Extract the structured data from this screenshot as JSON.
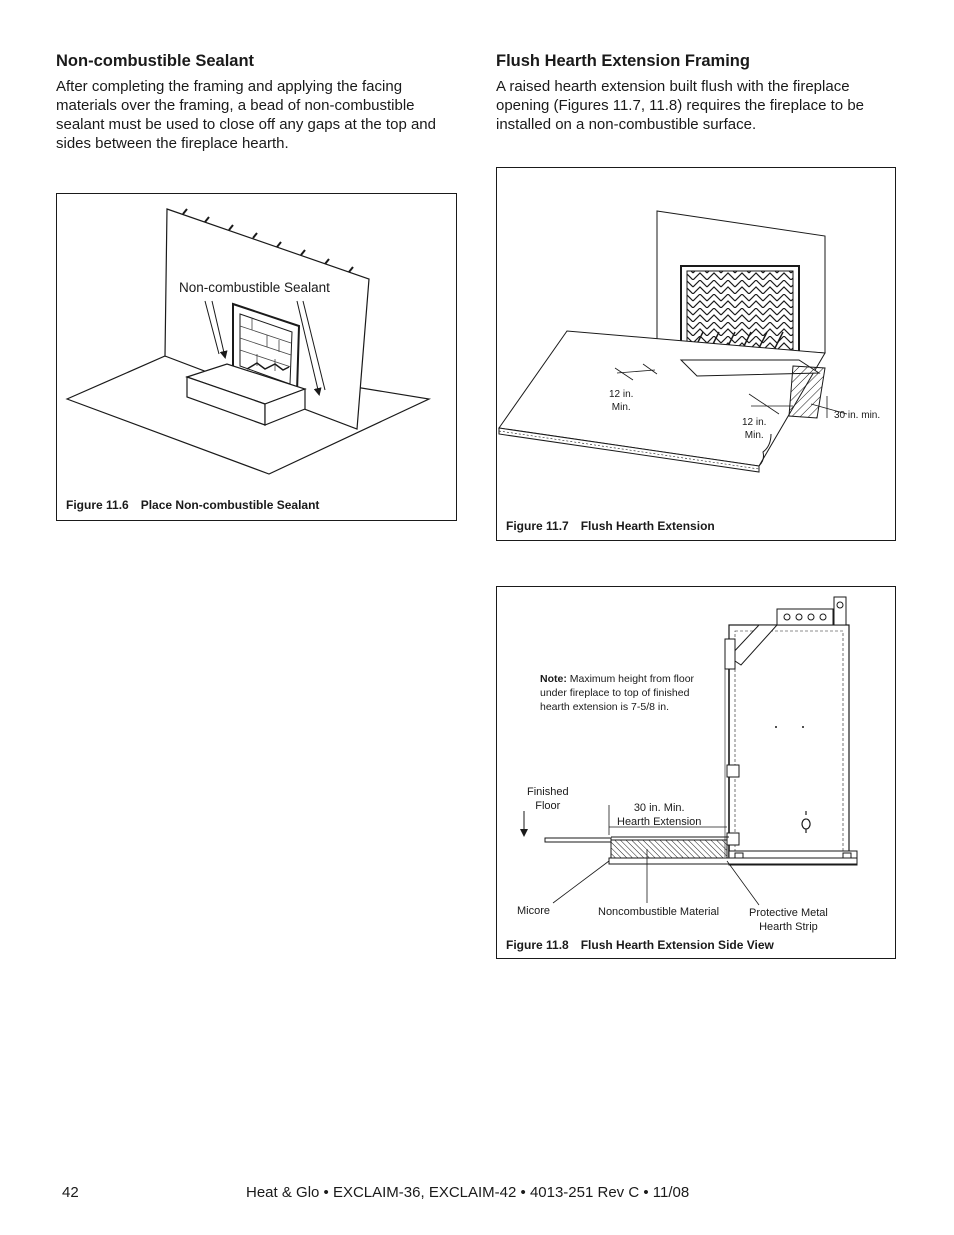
{
  "left": {
    "heading": "Non-combustible Sealant",
    "paragraph": "After completing the framing and applying the facing materials over the framing, a bead of non-combustible sealant must be used to close off any gaps at the top and sides between the fireplace hearth.",
    "figure": {
      "number": "Figure 11.6",
      "title": "Place Non-combustible Sealant",
      "label": "Non-combustible Sealant"
    }
  },
  "right": {
    "heading": "Flush Hearth Extension Framing",
    "paragraph": "A raised hearth extension built flush with the fireplace opening (Figures 11.7, 11.8) requires the fireplace to be installed on a non-combustible surface.",
    "figure_a": {
      "number": "Figure 11.7",
      "title": "Flush Hearth Extension",
      "dim_left": [
        "12 in.",
        "Min."
      ],
      "dim_mid": [
        "12 in.",
        "Min."
      ],
      "dim_right": "30 in. min."
    },
    "figure_b": {
      "number": "Figure 11.8",
      "title": "Flush Hearth Extension Side View",
      "note_bold": "Note:",
      "note_text": "Maximum height from floor under fireplace to top of finished hearth extension is 7-5/8 in.",
      "finished_floor": [
        "Finished",
        "Floor"
      ],
      "hearth_ext": [
        "30 in. Min.",
        "Hearth Extension"
      ],
      "micore": "Micore",
      "noncombustible": "Noncombustible Material",
      "metal_strip": [
        "Protective Metal",
        "Hearth Strip"
      ]
    }
  },
  "footer": {
    "page_number": "42",
    "document": "Heat & Glo • EXCLAIM-36, EXCLAIM-42 • 4013-251 Rev C • 11/08"
  }
}
